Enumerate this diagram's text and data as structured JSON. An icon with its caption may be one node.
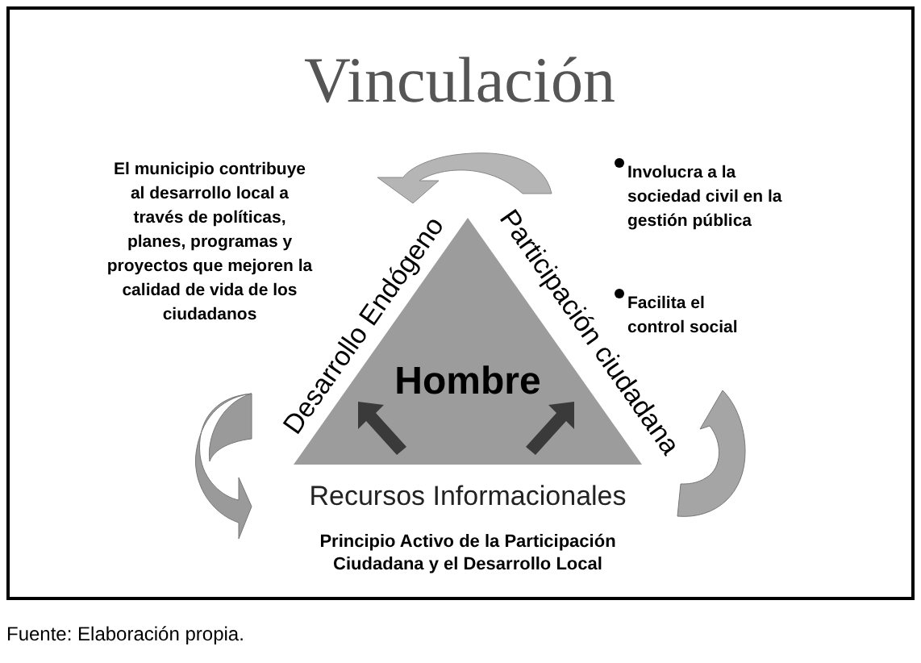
{
  "diagram": {
    "title": "Vinculación",
    "caption": "Fuente: Elaboración propia.",
    "nodes": [
      {
        "text": [
          "Hombre"
        ]
      }
    ],
    "edges": [],
    "labels": [
      "El municipio contribuye al desarrollo local a través de políticas, planes, programas y proyectos que mejoren la calidad de vida de los ciudadanos",
      "Involucra a la sociedad civil en la gestión pública",
      "Facilita el control social",
      "Desarrollo Endógeno",
      "Participación ciudadana",
      "Recursos Informacionales",
      "Principio Activo de la Participación Ciudadana y el Desarrollo Local"
    ]
  }
}
